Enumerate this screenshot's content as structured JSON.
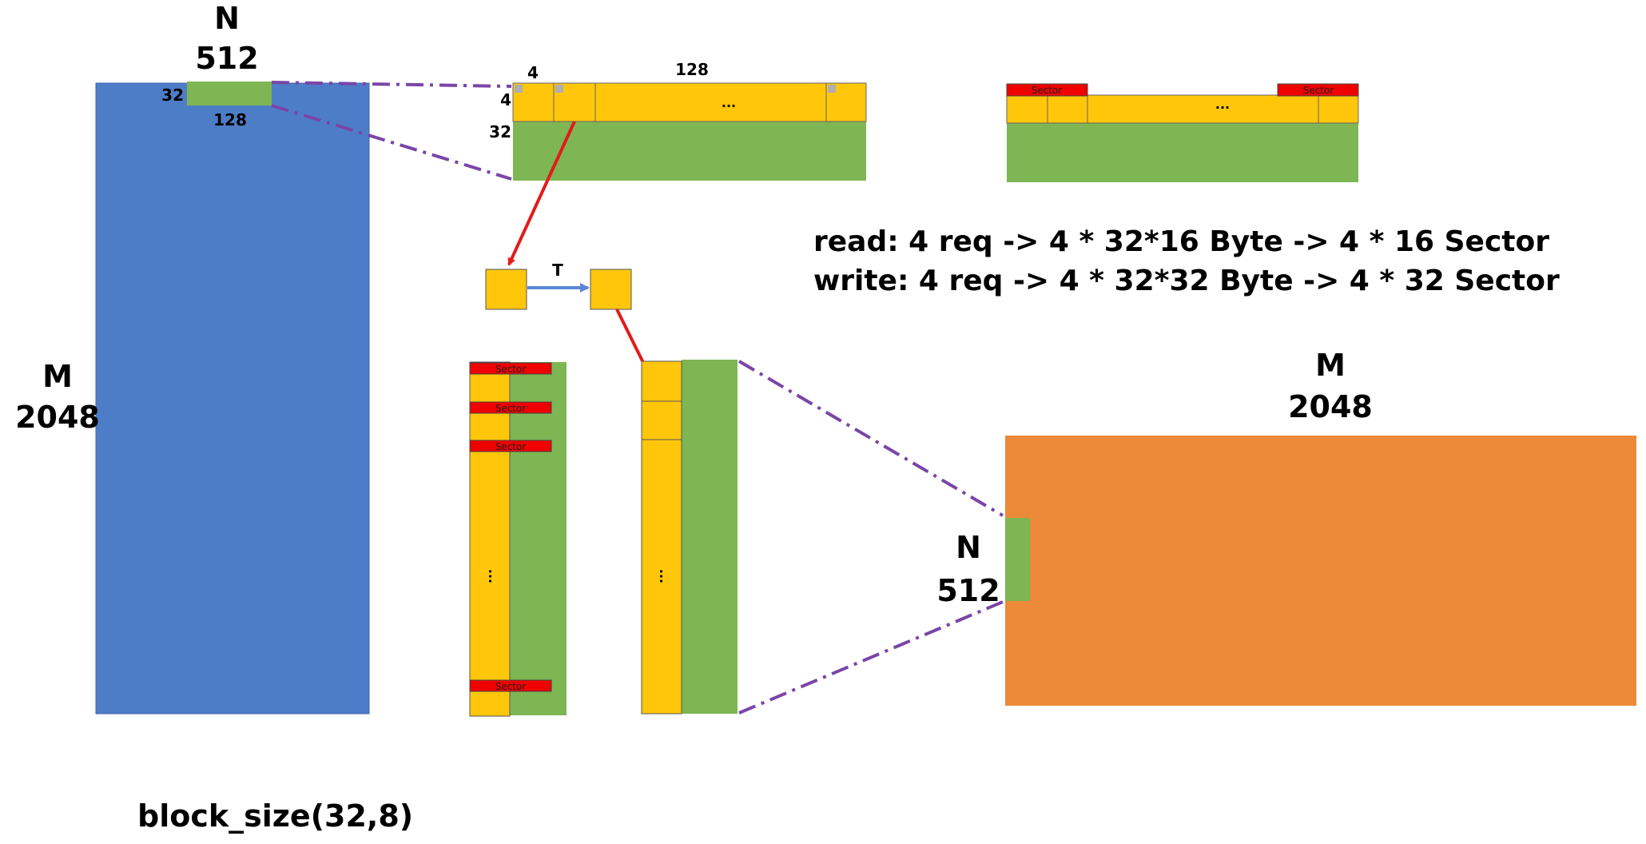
{
  "colors": {
    "input_matrix": "#4E7DC8",
    "output_matrix": "#ED8A3A",
    "tile_green": "#7EB653",
    "tile_yellow": "#FFC60A",
    "sector_red": "#F10000",
    "arrow_red": "#E31B1B",
    "arrow_blue": "#5B86D6",
    "dash_purple": "#7A45A8",
    "corner_gray": "#AFAFAF"
  },
  "input_matrix": {
    "col_letter": "N",
    "col_size": "512",
    "row_letter": "M",
    "row_size": "2048",
    "tile_rows": "32",
    "tile_cols": "128"
  },
  "read_tile": {
    "seg_width": "4",
    "width": "128",
    "seg_height": "4",
    "height": "32",
    "ellipsis": "..."
  },
  "transpose": {
    "label": "T"
  },
  "sector_label": "Sector",
  "vertical_ellipsis": "...",
  "formulas": {
    "read": "read: 4 req -> 4 * 32*16 Byte -> 4 * 16 Sector",
    "write": "write: 4 req -> 4 * 32*32 Byte -> 4 * 32 Sector"
  },
  "output_matrix": {
    "col_letter": "M",
    "col_size": "2048",
    "row_letter": "N",
    "row_size": "512"
  },
  "block_size": "block_size(32,8)"
}
